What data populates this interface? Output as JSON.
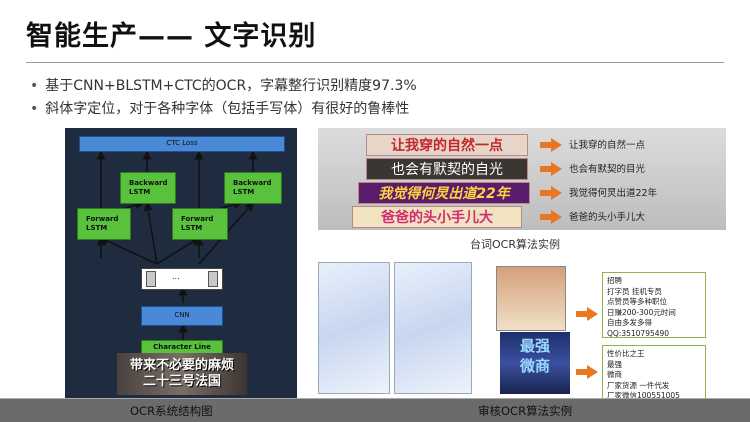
{
  "slide": {
    "title": "智能生产—— 文字识别",
    "bullets": [
      "基于CNN+BLSTM+CTC的OCR，字幕整行识别精度97.3%",
      "斜体字定位，对于各种字体（包括手写体）有很好的鲁棒性"
    ]
  },
  "architecture": {
    "ctc_label": "CTC Loss",
    "backward_label": "Backward LSTM",
    "forward_label": "Forward LSTM",
    "dots_label": "...",
    "cnn_label": "CNN",
    "char_line_label": "Character Line",
    "sample_text_1": "带来不必要的麻烦",
    "sample_text_2": "二十三号法国",
    "caption": "OCR系统结构图"
  },
  "subtitle_examples": {
    "rows": [
      {
        "image_text": "让我穿的自然一点",
        "result": "让我穿的自然一点",
        "bg": "#e7d6c8",
        "color": "#c2272d"
      },
      {
        "image_text": "也会有默契的自光",
        "result": "也会有默契的目光",
        "bg": "#3a3632",
        "color": "#ffffff"
      },
      {
        "image_text": "我觉得何炅出道22年",
        "result": "我觉得何炅出道22年",
        "bg": "#5a1d6b",
        "color": "#ffd23f"
      },
      {
        "image_text": "爸爸的头小手儿大",
        "result": "爸爸的头小手儿大",
        "bg": "#f1e3c0",
        "color": "#d22c73"
      }
    ],
    "caption": "台词OCR算法实例"
  },
  "audit": {
    "result1_lines": [
      "招聘",
      "打字员 挂机专员",
      "点赞员等多种职位",
      "日赚200-300元时间",
      "自由多发多得",
      "QQ:3510795490"
    ],
    "result2_lines": [
      "性价比之王",
      "最强",
      "微商",
      "厂家货源 一件代发",
      "厂家微信100551005"
    ],
    "blue_img_text_1": "最强",
    "blue_img_text_2": "微商",
    "caption": "审核OCR算法实例"
  },
  "colors": {
    "accent_orange": "#e87722",
    "box_blue": "#4a89d6",
    "box_green": "#58c23c",
    "footer_gray": "#6b6b6b"
  }
}
